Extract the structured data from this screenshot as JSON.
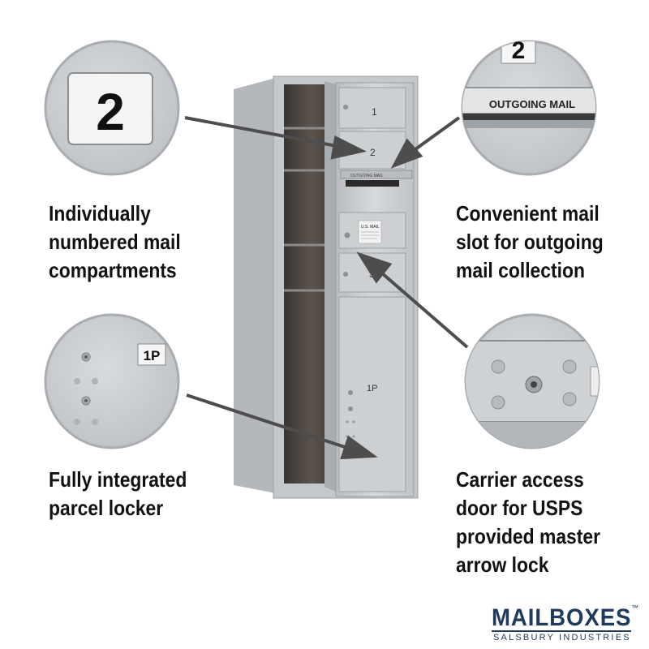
{
  "callouts": {
    "numbered": {
      "caption": "Individually\nnumbered mail\ncompartments",
      "badge": "2"
    },
    "outgoing_slot": {
      "caption": "Convenient mail\nslot for outgoing\nmail collection",
      "badge": "2",
      "plate": "OUTGOING MAIL"
    },
    "parcel_locker": {
      "caption": "Fully integrated\nparcel locker",
      "badge": "1P"
    },
    "carrier_door": {
      "caption": "Carrier access\ndoor for USPS\nprovided master\narrow lock"
    }
  },
  "mailbox": {
    "door_numbers": [
      "1",
      "2",
      "3"
    ],
    "parcel_label": "1P",
    "usps_label": "U.S. MAIL",
    "slot_plate": "OUTGOING MAIL"
  },
  "brand": {
    "name": "MAILBOXES",
    "tagline": "SALSBURY INDUSTRIES",
    "trademark": "™"
  },
  "colors": {
    "metal": "#c9cccf",
    "metal_dark": "#9ea3a8",
    "interior": "#4a4440",
    "brand": "#1e3a5c",
    "arrow": "#4d4d4d"
  }
}
